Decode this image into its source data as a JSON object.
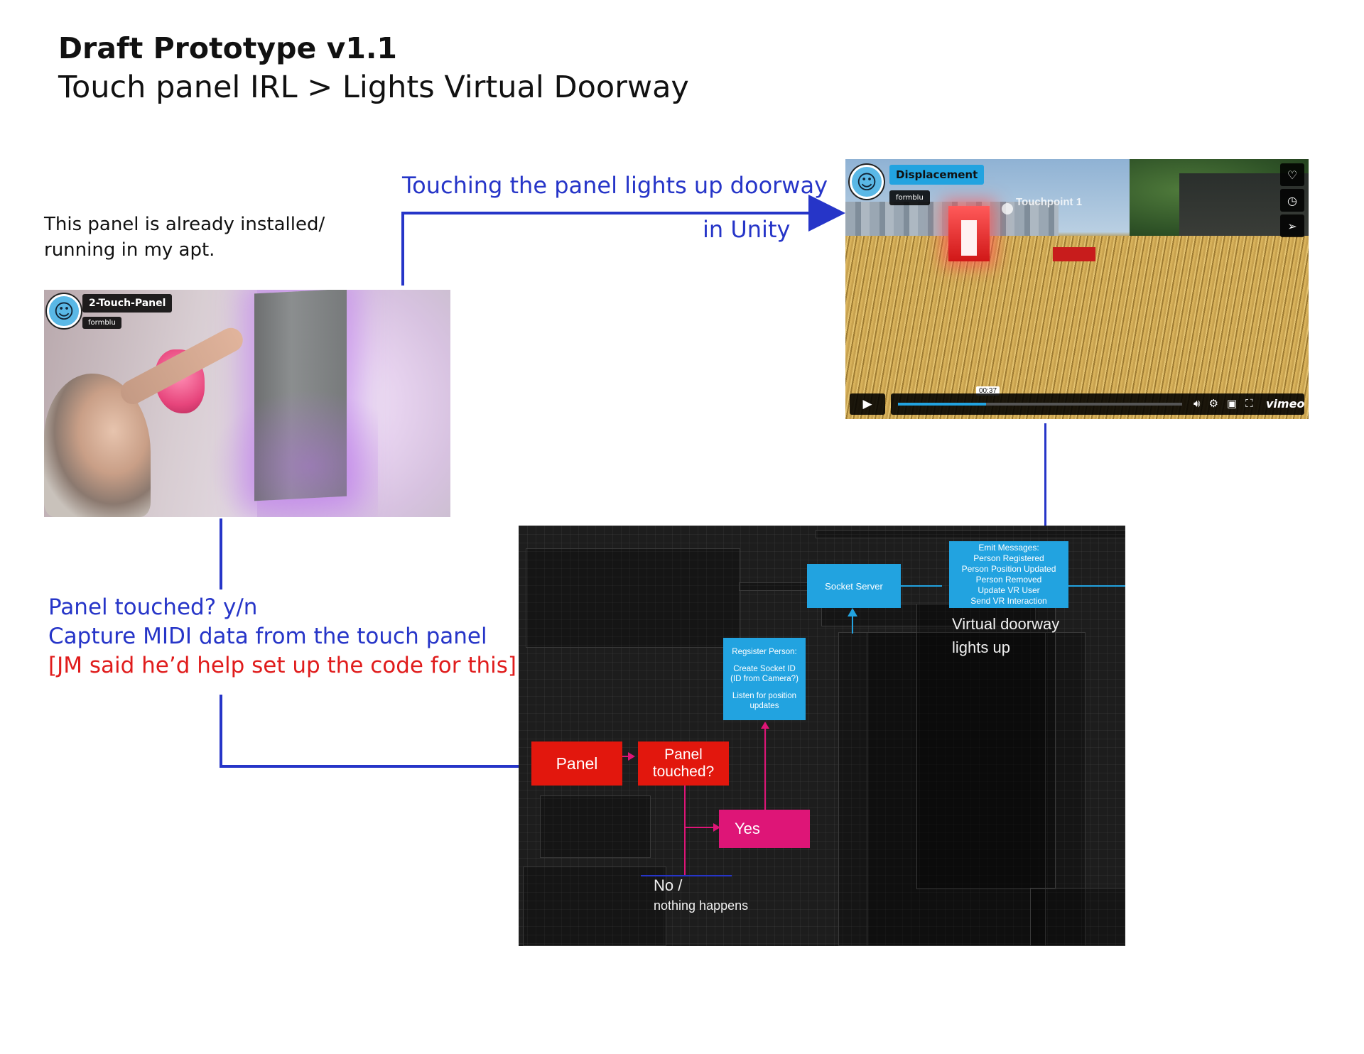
{
  "title": "Draft Prototype v1.1",
  "subtitle": "Touch panel IRL > Lights Virtual Doorway",
  "intro_lines": [
    "This panel is already installed/",
    "running in my apt."
  ],
  "touch_caption": {
    "line1": "Touching the panel lights up doorway",
    "line2": "in Unity"
  },
  "left_note": {
    "line1": "Panel touched? y/n",
    "line2": "Capture MIDI data from the touch panel",
    "line3": "[JM said he’d help set up the code for this]"
  },
  "video_left": {
    "name": "2-Touch-Panel",
    "channel": "formblu"
  },
  "video_right": {
    "name": "Displacement",
    "channel": "formblu",
    "scene_label": "Touchpoint 1",
    "timestamp": "00:37",
    "brand": "vimeo",
    "progress": 0.31
  },
  "flow": {
    "panel": "Panel",
    "panel_touched": "Panel touched?",
    "yes": "Yes",
    "no_line1": "No /",
    "no_line2": "nothing happens",
    "register": [
      "Regsister Person:",
      "Create Socket ID",
      "(ID from Camera?)",
      "Listen for position",
      "updates"
    ],
    "socket_server": "Socket Server",
    "emit": [
      "Emit Messages:",
      "Person Registered",
      "Person Position Updated",
      "Person Removed",
      "Update VR User",
      "Send VR Interaction"
    ],
    "doorway_line1": "Virtual doorway",
    "doorway_line2": "lights up"
  },
  "colors": {
    "note_blue": "#2635c8",
    "note_red": "#e01c1c",
    "node_red": "#e2170d",
    "node_pink": "#de1577",
    "node_blue": "#22a3e0",
    "diagram_bg": "#1d1d1d"
  },
  "icons": [
    "heart-icon",
    "clock-icon",
    "send-icon",
    "play-icon",
    "volume-icon",
    "gear-icon",
    "pip-icon",
    "fullscreen-icon",
    "smiley-avatar-icon"
  ]
}
